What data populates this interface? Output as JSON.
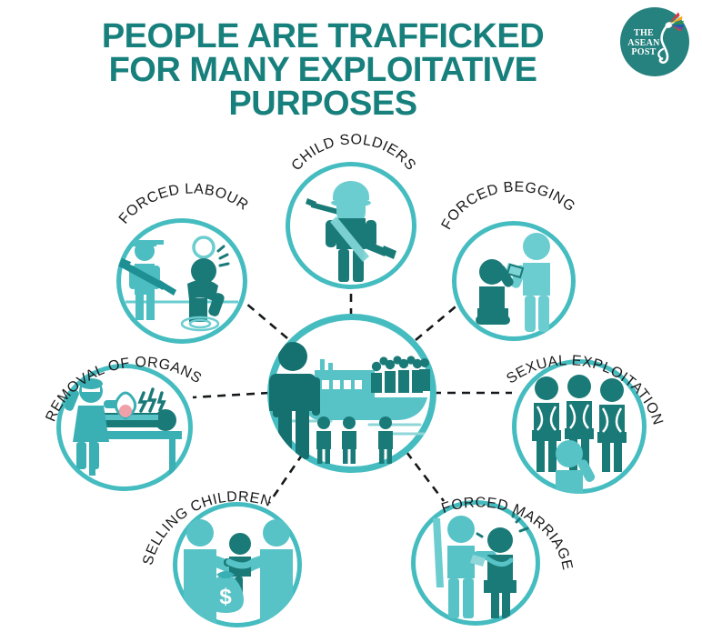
{
  "title": {
    "line1": "PEOPLE ARE TRAFFICKED",
    "line2": "FOR MANY EXPLOITATIVE",
    "line3": "PURPOSES",
    "color": "#17807c"
  },
  "logo": {
    "name": "the-asean-post-logo",
    "line1": "THE",
    "line2": "ASEAN",
    "line3": "POST",
    "disc_color": "#26827f",
    "text_color": "#ffffff"
  },
  "palette": {
    "light_teal": "#45bcc0",
    "mid_teal": "#3bb0b4",
    "dark_teal": "#1a7a78",
    "deep_teal": "#17807c",
    "background": "#ffffff",
    "connector": "#15181a",
    "label_text": "#1a1a1a"
  },
  "hub": {
    "label": "",
    "icon": "trafficking-boat-icon",
    "description": "trafficker figure with boat carrying rows of people"
  },
  "nodes": [
    {
      "id": "child-soldiers",
      "label": "CHILD SOLDIERS",
      "icon": "child-soldier-icon",
      "position": "top"
    },
    {
      "id": "forced-begging",
      "label": "FORCED BEGGING",
      "icon": "forced-begging-icon",
      "position": "top-right"
    },
    {
      "id": "sexual-exploitation",
      "label": "SEXUAL EXPLOITATION",
      "icon": "sexual-exploitation-icon",
      "position": "right"
    },
    {
      "id": "forced-marriage",
      "label": "FORCED MARRIAGE",
      "icon": "forced-marriage-icon",
      "position": "bottom-right"
    },
    {
      "id": "selling-children",
      "label": "SELLING CHILDREN",
      "icon": "selling-children-icon",
      "position": "bottom-left"
    },
    {
      "id": "removal-of-organs",
      "label": "REMOVAL OF ORGANS",
      "icon": "organ-removal-icon",
      "position": "left"
    },
    {
      "id": "forced-labour",
      "label": "FORCED LABOUR",
      "icon": "forced-labour-icon",
      "position": "top-left"
    }
  ]
}
